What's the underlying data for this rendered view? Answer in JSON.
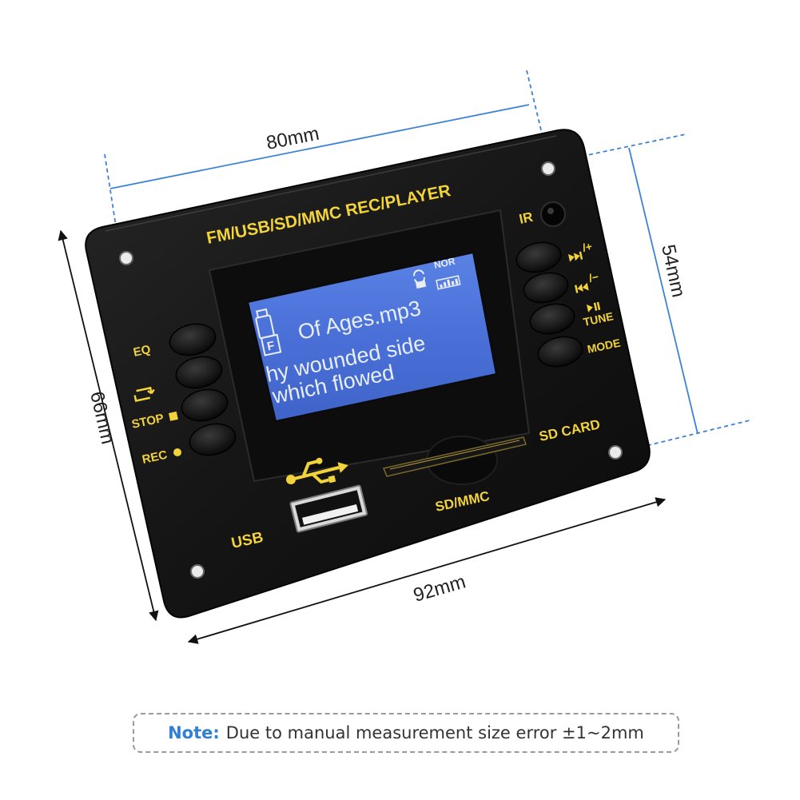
{
  "dimensions": {
    "top_width": "80mm",
    "right_height": "54mm",
    "left_height": "66mm",
    "bottom_width": "92mm"
  },
  "panel": {
    "title": "FM/USB/SD/MMC REC/PLAYER",
    "lcd": {
      "line1": "Of Ages.mp3",
      "line2": "hy wounded side",
      "line3": "which flowed",
      "file_icon_letter": "F",
      "status_label": "NOR"
    },
    "left_buttons": [
      "EQ",
      "",
      "STOP",
      "REC"
    ],
    "right_labels": {
      "ir": "IR",
      "next": "/+",
      "prev": "/−",
      "tune": "TUNE",
      "mode": "MODE"
    },
    "usb_label": "USB",
    "sd_mmc_label": "SD/MMC",
    "sd_card_label": "SD CARD"
  },
  "note": {
    "prefix": "Note:",
    "text": "Due to manual measurement size error ±1~2mm"
  },
  "colors": {
    "panel": "#141414",
    "label_yellow": "#f2d33a",
    "lcd_bg": "#4a70d8",
    "lcd_text": "#e8eef8",
    "dimension_line": "#3d82d6",
    "note_accent": "#2f7fd6"
  }
}
